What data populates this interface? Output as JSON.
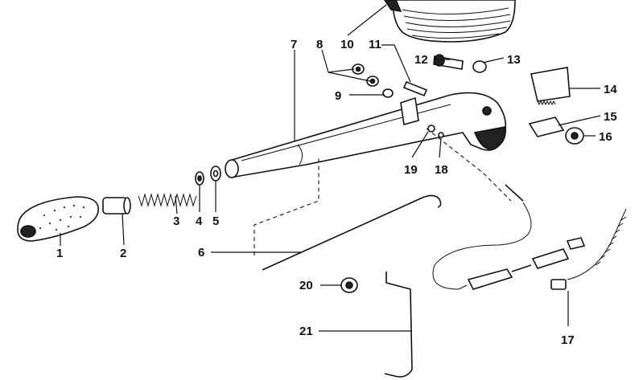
{
  "parts": [
    {
      "id": "p1",
      "label": "1"
    },
    {
      "id": "p2",
      "label": "2"
    },
    {
      "id": "p3",
      "label": "3"
    },
    {
      "id": "p4",
      "label": "4"
    },
    {
      "id": "p5",
      "label": "5"
    },
    {
      "id": "p6",
      "label": "6"
    },
    {
      "id": "p7",
      "label": "7"
    },
    {
      "id": "p8",
      "label": "8"
    },
    {
      "id": "p9",
      "label": "9"
    },
    {
      "id": "p10",
      "label": "10"
    },
    {
      "id": "p11",
      "label": "11"
    },
    {
      "id": "p12",
      "label": "12"
    },
    {
      "id": "p13",
      "label": "13"
    },
    {
      "id": "p14",
      "label": "14"
    },
    {
      "id": "p15",
      "label": "15"
    },
    {
      "id": "p16",
      "label": "16"
    },
    {
      "id": "p17",
      "label": "17"
    },
    {
      "id": "p18",
      "label": "18"
    },
    {
      "id": "p19",
      "label": "19"
    },
    {
      "id": "p20",
      "label": "20"
    },
    {
      "id": "p21",
      "label": "21"
    }
  ]
}
